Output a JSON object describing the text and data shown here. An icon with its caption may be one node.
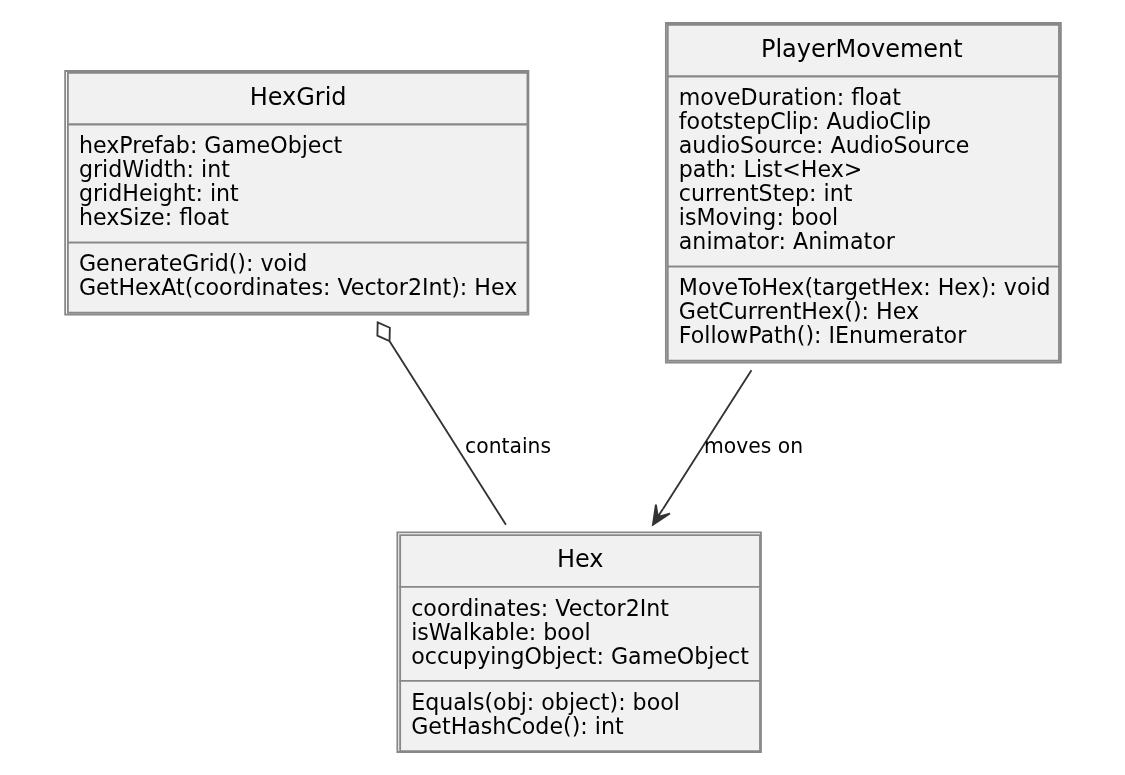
{
  "diagram": {
    "nodes": [
      {
        "text": [
          "HexGrid",
          "hexPrefab: GameObject",
          "gridWidth: int",
          "gridHeight: int",
          "hexSize: float",
          "GenerateGrid(): void",
          "GetHexAt(coordinates: Vector2Int): Hex"
        ]
      },
      {
        "text": [
          "PlayerMovement",
          "moveDuration: float",
          "footstepClip: AudioClip",
          "audioSource: AudioSource",
          "path: List<Hex>",
          "currentStep: int",
          "isMoving: bool",
          "animator: Animator",
          "MoveToHex(targetHex: Hex): void",
          "GetCurrentHex(): Hex",
          "FollowPath(): IEnumerator"
        ]
      },
      {
        "text": [
          "Hex",
          "coordinates: Vector2Int",
          "isWalkable: bool",
          "occupyingObject: GameObject",
          "Equals(obj: object): bool",
          "GetHashCode(): int"
        ]
      }
    ],
    "edges": [
      {
        "from": 0,
        "to": 2,
        "arrow": "other",
        "label": "contains"
      },
      {
        "from": 1,
        "to": 2,
        "arrow": "to",
        "label": "moves on"
      }
    ]
  }
}
